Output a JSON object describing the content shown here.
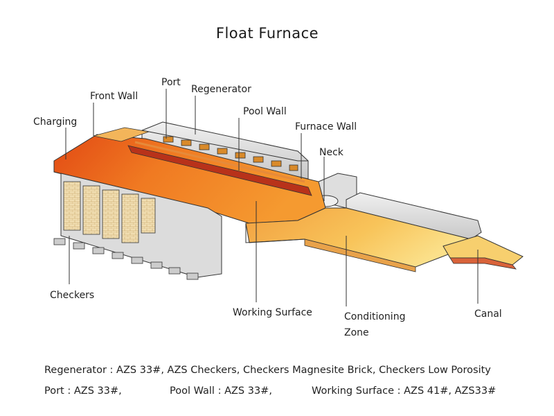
{
  "title": "Float  Furnace",
  "labels": {
    "port": "Port",
    "regenerator": "Regenerator",
    "front_wall": "Front Wall",
    "pool_wall": "Pool Wall",
    "charging": "Charging",
    "furnace_wall": "Furnace Wall",
    "neck": "Neck",
    "checkers": "Checkers",
    "working_surface": "Working Surface",
    "conditioning_zone_1": "Conditioning",
    "conditioning_zone_2": "Zone",
    "canal": "Canal"
  },
  "notes": {
    "regenerator": "Regenerator : AZS 33#, AZS Checkers, Checkers Magnesite Brick, Checkers Low Porosity",
    "port": "Port : AZS 33#,",
    "pool_wall": "Pool Wall : AZS 33#,",
    "working_surface": "Working Surface : AZS 41#, AZS33#"
  },
  "colors": {
    "molten_glass": "#e8541a",
    "glass_light": "#f6a83a",
    "brick": "#efd9a8",
    "wall_grey": "#dcdcdc",
    "outline": "#333333"
  }
}
